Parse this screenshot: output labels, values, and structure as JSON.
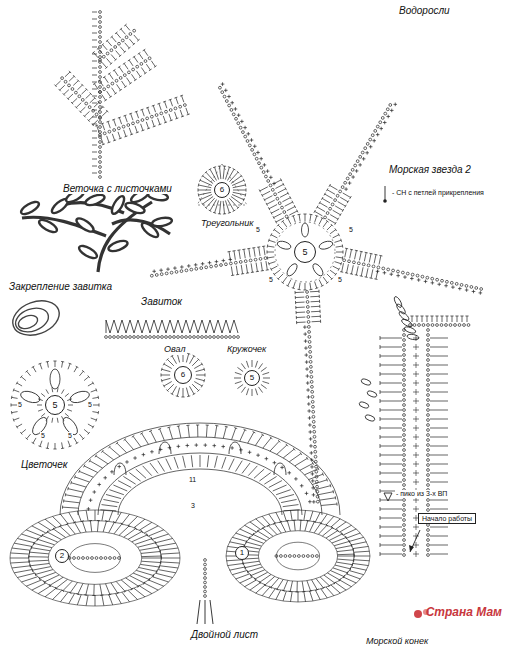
{
  "diagram": {
    "nodes": [
      {
        "text": [
          "6"
        ]
      },
      {
        "text": [
          "5"
        ]
      },
      {
        "text": [
          "5"
        ]
      },
      {
        "text": [
          "6"
        ]
      },
      {
        "text": [
          "5"
        ]
      },
      {
        "text": [
          "2"
        ]
      },
      {
        "text": [
          "1"
        ]
      },
      {
        "text": [
          "Начало работы"
        ]
      }
    ],
    "labels": [
      "Водоросли",
      "Веточка с листочками",
      "Морская звезда 2",
      "Треугольник",
      "Закрепление завитка",
      "Завиток",
      "Овал",
      "Кружочек",
      "Цветочек",
      "Двойной лист",
      "Морской конек",
      "Страна Мам",
      "11",
      "3",
      "5",
      "5",
      "5",
      "5",
      "5",
      "5",
      "5",
      "5"
    ],
    "legend": [
      {
        "text": "- СН с петлей прикрепления"
      },
      {
        "text": "- пико из 3-х ВП"
      }
    ]
  }
}
